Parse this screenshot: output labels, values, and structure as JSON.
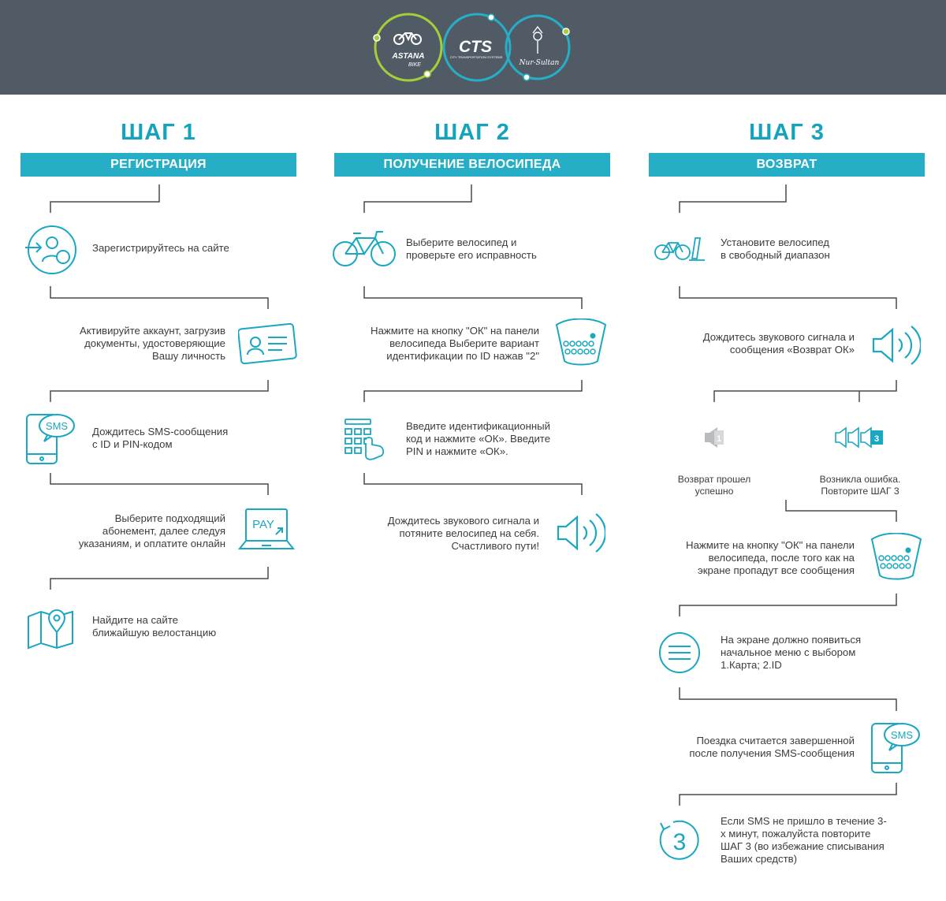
{
  "header": {
    "logos": {
      "astana": {
        "line1": "ASTANA",
        "line2": "BIKE"
      },
      "cts": {
        "main": "CTS",
        "sub": "CITY TRANSPORTATION SYSTEMS"
      },
      "nursultan": {
        "text": "Nur-Sultan"
      }
    },
    "colors": {
      "background": "#515b65",
      "lime": "#a6ce39",
      "teal": "#26aec6"
    }
  },
  "steps": [
    {
      "title": "ШАГ 1",
      "bar": "РЕГИСТРАЦИЯ",
      "items": [
        {
          "icon": "user-login-icon",
          "text": "Зарегистрируйтесь на сайте"
        },
        {
          "icon": "id-card-icon",
          "text": "Активируйте аккаунт, загрузив\nдокументы, удостоверяющие\nВашу личность"
        },
        {
          "icon": "sms-phone-icon",
          "icon_text": "SMS",
          "text": "Дождитесь SMS-сообщения\nс ID и PIN-кодом"
        },
        {
          "icon": "pay-laptop-icon",
          "icon_text": "PAY",
          "text": "Выберите подходящий\nабонемент, далее следуя\nуказаниям, и оплатите онлайн"
        },
        {
          "icon": "map-pin-icon",
          "text": "Найдите на сайте\nближайшую  велостанцию"
        }
      ]
    },
    {
      "title": "ШАГ 2",
      "bar": "ПОЛУЧЕНИЕ ВЕЛОСИПЕДА",
      "items": [
        {
          "icon": "bicycle-icon",
          "text": "Выберите велосипед и\nпроверьте его исправность"
        },
        {
          "icon": "keypad-panel-icon",
          "text": "Нажмите на кнопку \"ОК\" на панели\nвелосипеда Выберите вариант\nидентификации по ID нажав \"2\""
        },
        {
          "icon": "keypad-touch-icon",
          "text": "Введите идентификационный\nкод и нажмите «ОК».  Введите\nPIN и нажмите «ОК»."
        },
        {
          "icon": "speaker-icon",
          "text": "Дождитесь звукового сигнала и\nпотяните велосипед на себя.\nСчастливого пути!"
        }
      ]
    },
    {
      "title": "ШАГ 3",
      "bar": "ВОЗВРАТ",
      "items": [
        {
          "icon": "bike-dock-icon",
          "text": "Установите велосипед\nв свободный диапазон"
        },
        {
          "icon": "speaker-icon",
          "text": "Дождитесь звукового сигнала и\nсообщения «Возврат ОК»"
        },
        {
          "icon": "speaker-one-icon",
          "icon_text": "1",
          "text": "Возврат прошел\nуспешно"
        },
        {
          "icon": "speaker-three-icon",
          "icon_text": "3",
          "text": "Возникла ошибка.\nПовторите ШАГ 3"
        },
        {
          "icon": "keypad-panel-icon",
          "text": "Нажмите на кнопку \"ОК\"  на панели\nвелосипеда, после того как на\nэкране пропадут все сообщения"
        },
        {
          "icon": "menu-icon",
          "text": "На экране должно появиться\nначальное меню с выбором\n1.Карта; 2.ID"
        },
        {
          "icon": "sms-phone-icon",
          "icon_text": "SMS",
          "text": "Поездка считается завершенной\nпосле получения  SMS-сообщения"
        },
        {
          "icon": "retry-three-icon",
          "icon_text": "3",
          "text": "Если SMS не пришло в течение 3-\nх минут, пожалуйста повторите\nШАГ 3 (во избежание списывания\nВаших средств)"
        }
      ]
    }
  ],
  "colors": {
    "title": "#13a3bd",
    "bar": "#26aec6",
    "icon": "#1aa7c1",
    "line": "#4a4a4a",
    "grey_icon": "#b8bcbf"
  }
}
